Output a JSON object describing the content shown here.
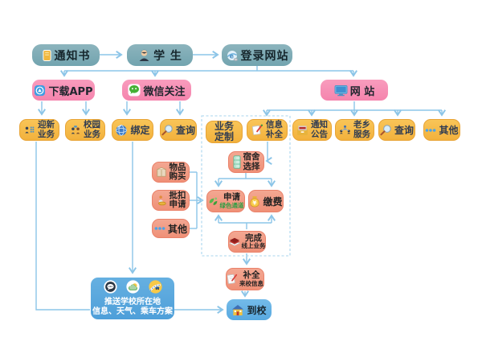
{
  "palette": {
    "teal": "#78a7b1",
    "pink": "#f78fb4",
    "yellow": "#f8c24f",
    "yellow_border": "#e8a437",
    "salmon": "#f19c84",
    "salmon_border": "#ea826a",
    "blue": "#58a7dd",
    "light_blue": "#66b3e5",
    "arrow": "#8cc5e8",
    "green_text": "#2f9e44"
  },
  "nodes": {
    "notice": {
      "label": "通知书"
    },
    "student": {
      "label": "学 生"
    },
    "login": {
      "label": "登录网站"
    },
    "download_app": {
      "label": "下载APP"
    },
    "wechat_follow": {
      "label": "微信关注"
    },
    "website": {
      "label": "网 站"
    },
    "welcome_biz": {
      "line1": "迎新",
      "line2": "业务"
    },
    "campus_biz": {
      "line1": "校园",
      "line2": "业务"
    },
    "bind": {
      "label": "绑定"
    },
    "wechat_query": {
      "label": "查询"
    },
    "biz_custom": {
      "line1": "业务",
      "line2": "定制"
    },
    "info_complete": {
      "line1": "信息",
      "line2": "补全"
    },
    "notice_announce": {
      "line1": "通知",
      "line2": "公告"
    },
    "hometown_service": {
      "line1": "老乡",
      "line2": "服务"
    },
    "web_query": {
      "label": "查询"
    },
    "web_other": {
      "label": "其他"
    },
    "goods_buy": {
      "line1": "物品",
      "line2": "购买"
    },
    "deduct_apply": {
      "line1": "批扣",
      "line2": "申请"
    },
    "left_other": {
      "label": "其他"
    },
    "dorm_select": {
      "line1": "宿舍",
      "line2": "选择"
    },
    "green_channel": {
      "line1": "申请",
      "line2": "绿色通道"
    },
    "pay": {
      "label": "缴费"
    },
    "finish_online": {
      "line1": "完成",
      "line2": "线上业务"
    },
    "arrival_info": {
      "line1": "补全",
      "line2": "来校信息"
    },
    "arrive_school": {
      "label": "到校"
    },
    "push_info": {
      "line1": "推送学校所在地",
      "line2": "信息、天气、乘车方案"
    }
  }
}
